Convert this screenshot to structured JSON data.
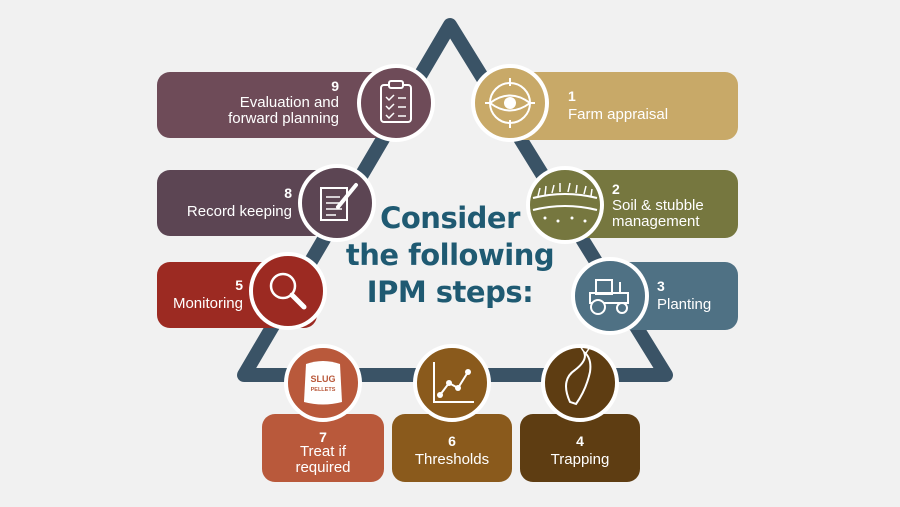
{
  "title": {
    "line1": "Consider",
    "line2": "the following",
    "line3": "IPM steps:"
  },
  "steps": {
    "s1": {
      "num": "1",
      "label": "Farm appraisal",
      "icon": "eye-target-icon",
      "color": "#c8a968"
    },
    "s2": {
      "num": "2",
      "label_line1": "Soil & stubble",
      "label_line2": "management",
      "icon": "soil-layers-icon",
      "color": "#76773f"
    },
    "s3": {
      "num": "3",
      "label": "Planting",
      "icon": "tractor-icon",
      "color": "#4f7184"
    },
    "s4": {
      "num": "4",
      "label": "Trapping",
      "icon": "slug-icon",
      "color": "#5e3d12"
    },
    "s6": {
      "num": "6",
      "label": "Thresholds",
      "icon": "line-graph-icon",
      "color": "#8a5a1c"
    },
    "s7": {
      "num": "7",
      "label_line1": "Treat if",
      "label_line2": "required",
      "icon": "slug-pellets-bag-icon",
      "icon_text1": "SLUG",
      "icon_text2": "PELLETS",
      "color": "#b9593b"
    },
    "s5": {
      "num": "5",
      "label": "Monitoring",
      "icon": "magnifier-icon",
      "color": "#9c2a22"
    },
    "s8": {
      "num": "8",
      "label": "Record keeping",
      "icon": "document-pen-icon",
      "color": "#5c4553"
    },
    "s9": {
      "num": "9",
      "label_line1": "Evaluation and",
      "label_line2": "forward planning",
      "icon": "checklist-clipboard-icon",
      "color": "#6e4b58"
    }
  },
  "colors": {
    "triangle": "#3a5366",
    "title": "#1f5a72",
    "background": "#f1f1f1"
  }
}
